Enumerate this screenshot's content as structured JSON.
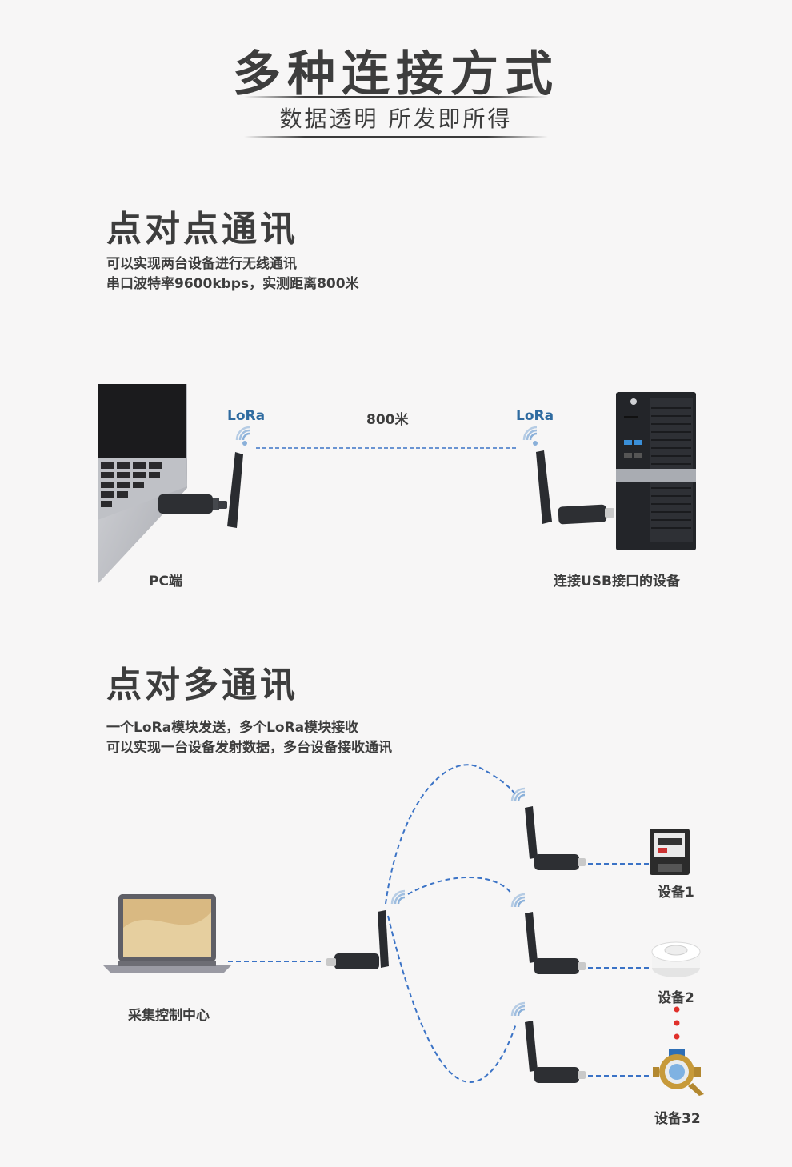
{
  "header": {
    "title": "多种连接方式",
    "subtitle": "数据透明  所发即所得"
  },
  "p2p": {
    "title": "点对点通讯",
    "desc_line1": "可以实现两台设备进行无线通讯",
    "desc_line2": "串口波特率9600kbps，实测距离800米",
    "lora_left": "LoRa",
    "distance": "800米",
    "lora_right": "LoRa",
    "pc_label": "PC端",
    "device_label": "连接USB接口的设备"
  },
  "p2mp": {
    "title": "点对多通讯",
    "desc_line1": "一个LoRa模块发送，多个LoRa模块接收",
    "desc_line2": "可以实现一台设备发射数据，多台设备接收通讯",
    "center_label": "采集控制中心",
    "device1": "设备1",
    "device2": "设备2",
    "device32": "设备32"
  },
  "colors": {
    "background": "#f7f6f6",
    "text": "#3d3d3d",
    "accent_blue": "#2f6ba0",
    "dashed_line": "#3b73c6",
    "dots": "#e0302b"
  }
}
